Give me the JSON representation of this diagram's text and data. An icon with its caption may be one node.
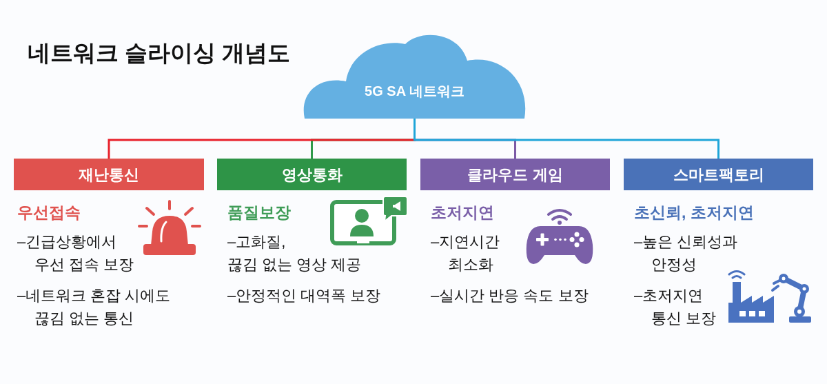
{
  "diagram": {
    "title": "네트워크 슬라이싱 개념도",
    "nodes": [
      {
        "text": [
          "5G SA 네트워크"
        ]
      },
      {
        "text": [
          "재난통신"
        ],
        "beside": [
          "우선접속",
          "–긴급상황에서 우선 접속 보장",
          "–네트워크 혼잡 시에도 끊김 없는 통신"
        ]
      },
      {
        "text": [
          "영상통화"
        ],
        "beside": [
          "품질보장",
          "–고화질, 끊김 없는 영상 제공",
          "–안정적인 대역폭 보장"
        ]
      },
      {
        "text": [
          "클라우드 게임"
        ],
        "beside": [
          "초저지연",
          "–지연시간 최소화",
          "–실시간 반응 속도 보장"
        ]
      },
      {
        "text": [
          "스마트팩토리"
        ],
        "beside": [
          "초신뢰, 초저지연",
          "–높은 신뢰성과 안정성",
          "–초저지연 통신 보장"
        ]
      }
    ],
    "edges": [
      {
        "from": 0,
        "to": 1,
        "arrow": "none",
        "color": "#e8202a"
      },
      {
        "from": 0,
        "to": 2,
        "arrow": "none",
        "color": "#2e9a4a"
      },
      {
        "from": 0,
        "to": 3,
        "arrow": "none",
        "color": "#7c5aa6"
      },
      {
        "from": 0,
        "to": 4,
        "arrow": "none",
        "color": "#1fa5d8"
      }
    ]
  }
}
